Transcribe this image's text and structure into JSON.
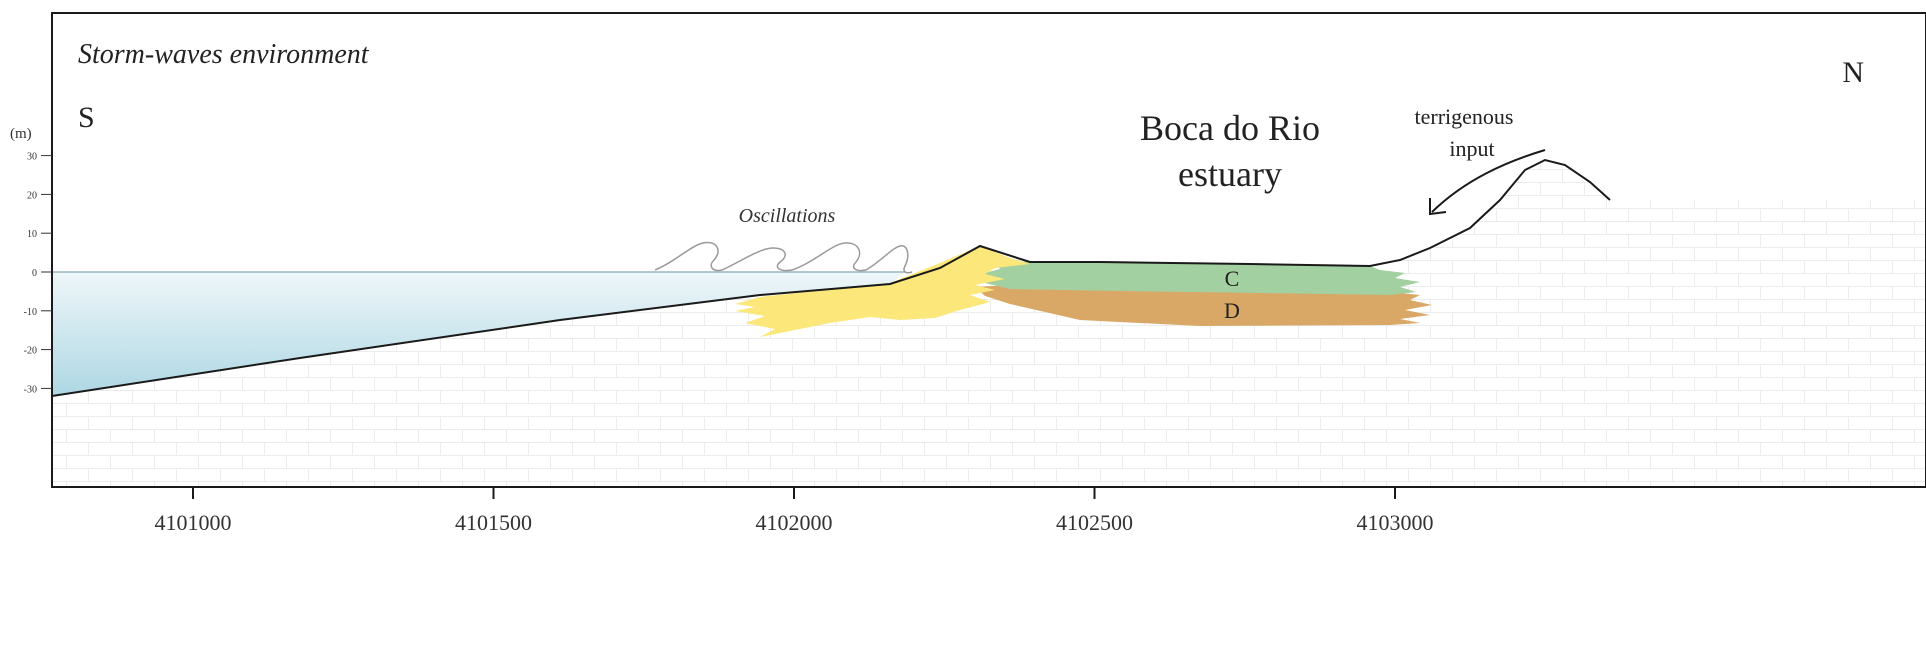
{
  "diagram": {
    "title": "Storm-waves environment",
    "orientation": {
      "left": "S",
      "right": "N"
    },
    "y_axis": {
      "unit_label": "(m)",
      "ticks": [
        "30",
        "20",
        "10",
        "0",
        "-10",
        "-20",
        "-30"
      ],
      "tick_values": [
        30,
        20,
        10,
        0,
        -10,
        -20,
        -30
      ]
    },
    "x_axis": {
      "ticks": [
        "4101000",
        "4101500",
        "4102000",
        "4102500",
        "4103000"
      ],
      "tick_values": [
        4101000,
        4101500,
        4102000,
        4102500,
        4103000
      ]
    },
    "labels": {
      "estuary_line1": "Boca do Rio",
      "estuary_line2": "estuary",
      "input_line1": "terrigenous",
      "input_line2": "input",
      "oscillations": "Oscillations",
      "unit_c": "C",
      "unit_d": "D"
    },
    "colors": {
      "sea_top": "#eef6f9",
      "sea_bottom": "#a9d5e2",
      "barrier_sand": "#fbe77a",
      "unit_c": "#a3d0a0",
      "unit_d": "#d9a866",
      "bedrock_grid": "#ececec",
      "outline": "#1a1a1a",
      "wave_line": "#9a9a9a"
    }
  }
}
